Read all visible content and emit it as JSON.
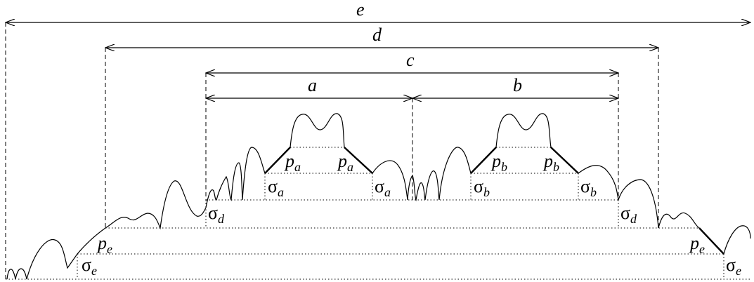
{
  "widths": {
    "e": "e",
    "d": "d",
    "c": "c",
    "a": "a",
    "b": "b"
  },
  "pivots": {
    "p": "p",
    "subs": {
      "a": "a",
      "b": "b",
      "e": "e"
    }
  },
  "sigmas": {
    "sym": "σ",
    "subs": {
      "a": "a",
      "b": "b",
      "d": "d",
      "e": "e"
    }
  }
}
